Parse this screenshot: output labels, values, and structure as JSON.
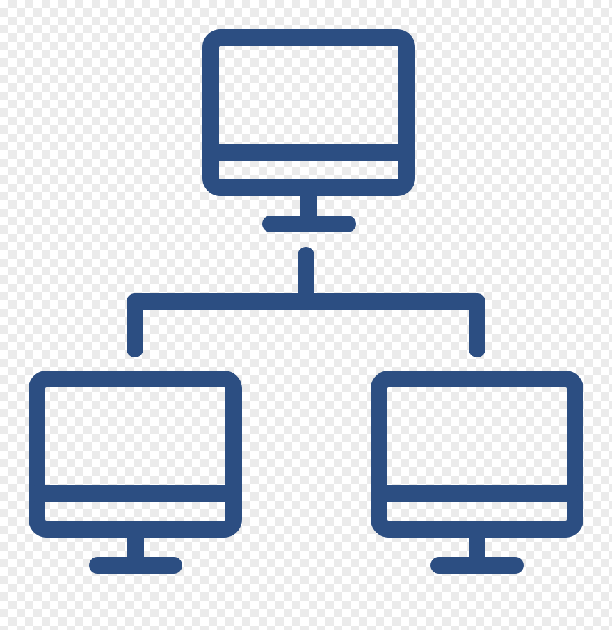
{
  "icon": {
    "name": "computer-network-icon",
    "stroke_color": "#2c4e82",
    "background": "transparent-checkerboard",
    "monitors": [
      "top-monitor",
      "bottom-left-monitor",
      "bottom-right-monitor"
    ],
    "connector": "hierarchy-connector"
  }
}
